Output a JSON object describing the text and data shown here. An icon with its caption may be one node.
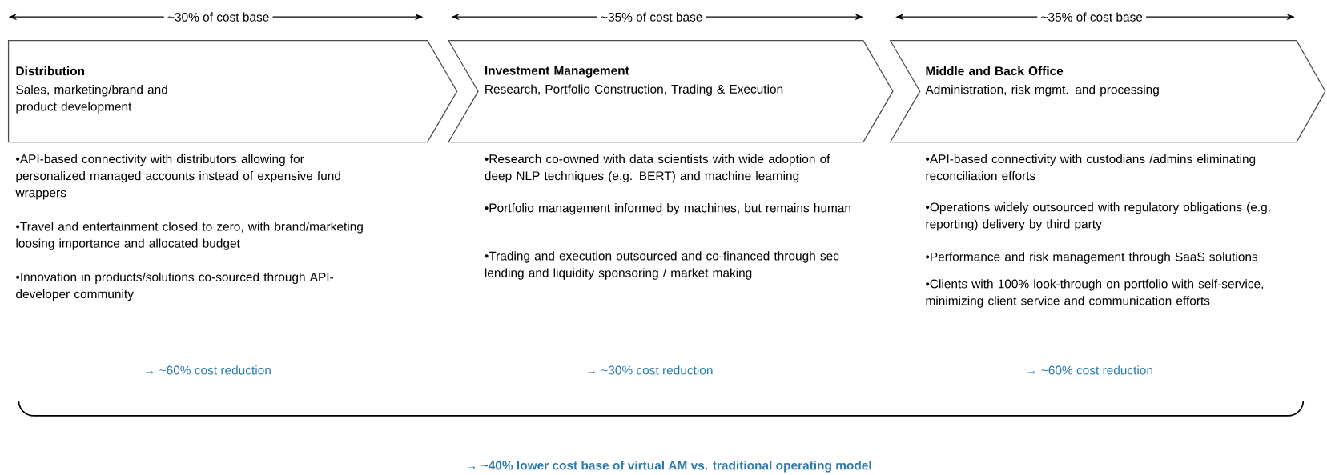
{
  "diagram": {
    "nodes": [
      {
        "text": [
          "Distribution",
          "Sales, marketing/brand and product development"
        ]
      },
      {
        "text": [
          "Investment Management",
          "Research, Portfolio Construction, Trading & Execution"
        ]
      },
      {
        "text": [
          "Middle and Back Office",
          "Administration, risk mgmt. and processing"
        ]
      }
    ],
    "labels": [
      "~30% of cost base",
      "~35% of cost base",
      "~35% of cost base",
      "•API-based connectivity with distributors allowing for personalized managed accounts instead of expensive fund wrappers",
      "•Travel and entertainment closed to zero, with brand/marketing loosing importance and allocated budget",
      "•Innovation in products/solutions co-sourced through API-developer community",
      "•Research co-owned with data scientists with wide adoption of deep NLP techniques (e.g. BERT) and machine learning",
      "•Portfolio management informed by machines, but remains human",
      "•Trading and execution outsourced and co-financed through sec lending and liquidity sponsoring / market making",
      "•API-based connectivity with custodians /admins eliminating reconciliation efforts",
      "•Operations widely outsourced with regulatory obligations (e.g. reporting) delivery by third party",
      "•Performance and risk management through SaaS solutions",
      "•Clients with 100% look-through on portfolio with self-service, minimizing client service and communication efforts",
      "→ ~60% cost reduction",
      "→ ~30% cost reduction",
      "→ ~60% cost reduction",
      "→ ~40% lower cost base of virtual AM vs. traditional operating model"
    ]
  }
}
